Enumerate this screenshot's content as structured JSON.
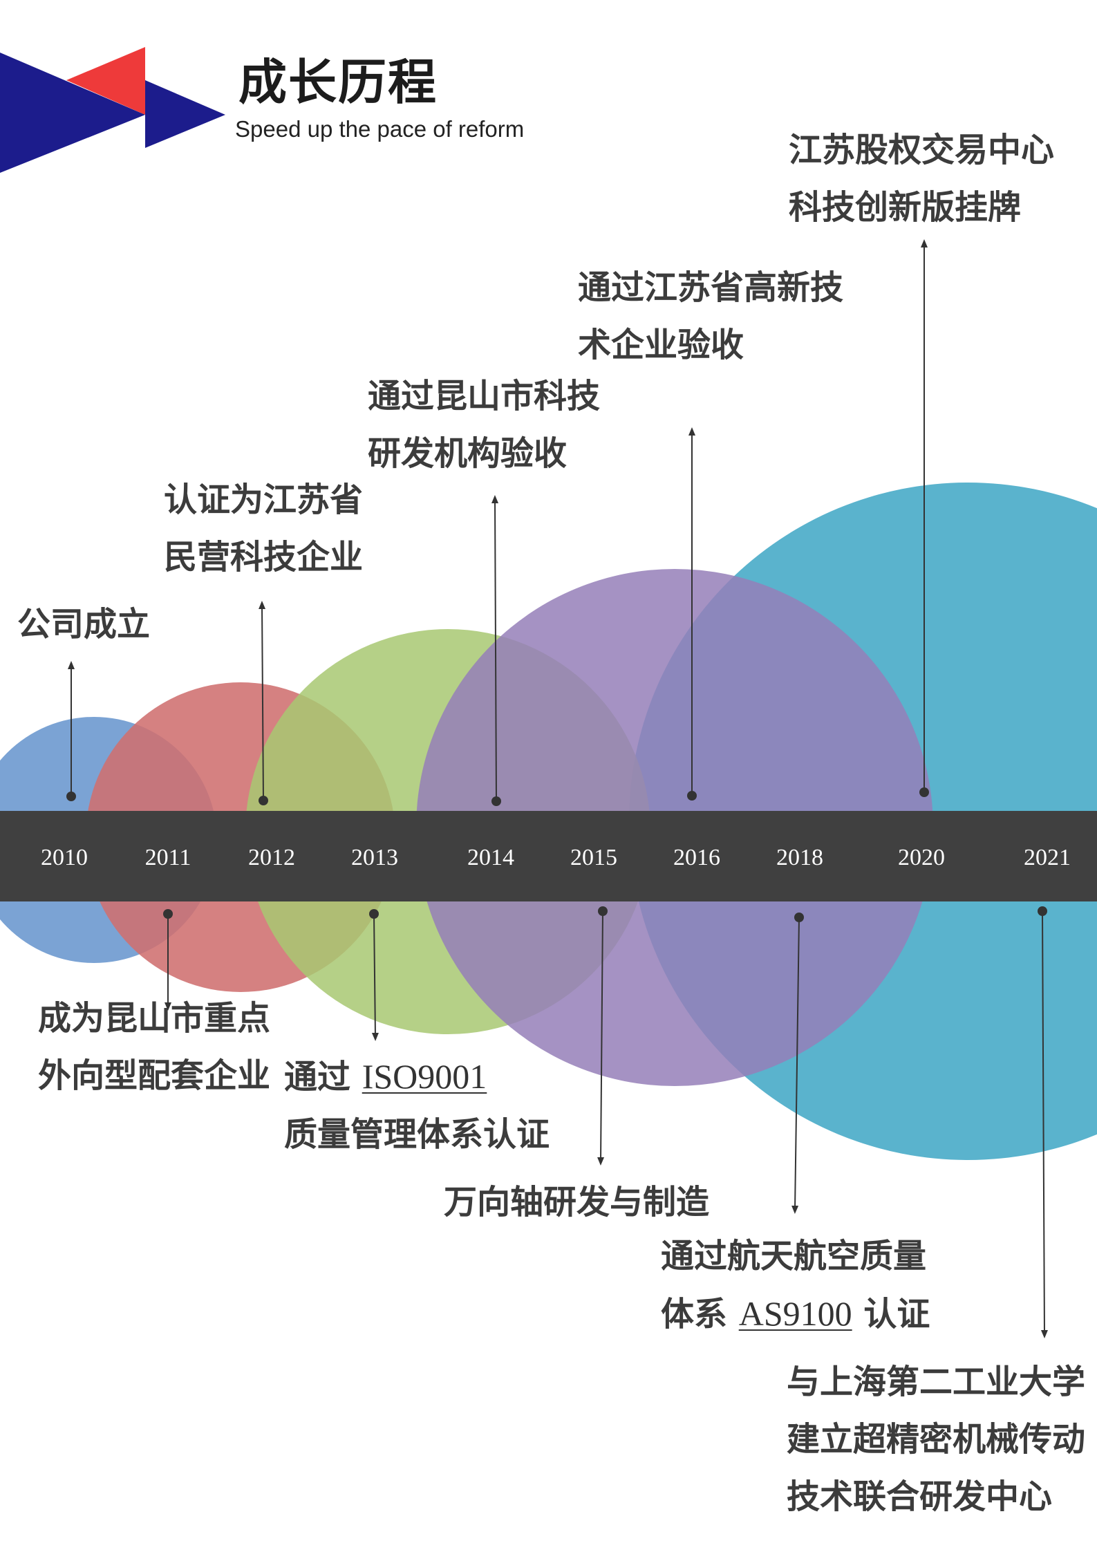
{
  "header": {
    "title": "成长历程",
    "subtitle": "Speed up the pace of reform"
  },
  "colors": {
    "logo_blue": "#1c1c8c",
    "logo_red": "#ee3a3a",
    "bar": "#404040",
    "circle_2010": "#7ba3d4",
    "circle_2011": "#cf6f6f",
    "circle_2013": "#a8c872",
    "circle_2015": "#957fb8",
    "circle_2020": "#5ab3cd",
    "text": "#3c3c3c"
  },
  "years": [
    "2010",
    "2011",
    "2012",
    "2013",
    "2014",
    "2015",
    "2016",
    "2018",
    "2020",
    "2021"
  ],
  "events": {
    "e2010": {
      "line1": "公司成立"
    },
    "e2011": {
      "line1": "成为昆山市重点",
      "line2": "外向型配套企业"
    },
    "e2012": {
      "line1": "认证为江苏省",
      "line2": "民营科技企业"
    },
    "e2013": {
      "prefix": "通过 ",
      "code": "ISO9001",
      "line2": "质量管理体系认证"
    },
    "e2014": {
      "line1": "通过昆山市科技",
      "line2": "研发机构验收"
    },
    "e2015": {
      "line1": "万向轴研发与制造"
    },
    "e2016": {
      "line1": "通过江苏省高新技",
      "line2": "术企业验收"
    },
    "e2018": {
      "line1": "通过航天航空质量",
      "prefix": "体系 ",
      "code": "AS9100",
      "suffix": " 认证"
    },
    "e2020": {
      "line1": "江苏股权交易中心",
      "line2": "科技创新版挂牌"
    },
    "e2021": {
      "line1": "与上海第二工业大学",
      "line2": "建立超精密机械传动",
      "line3": "技术联合研发中心"
    }
  }
}
